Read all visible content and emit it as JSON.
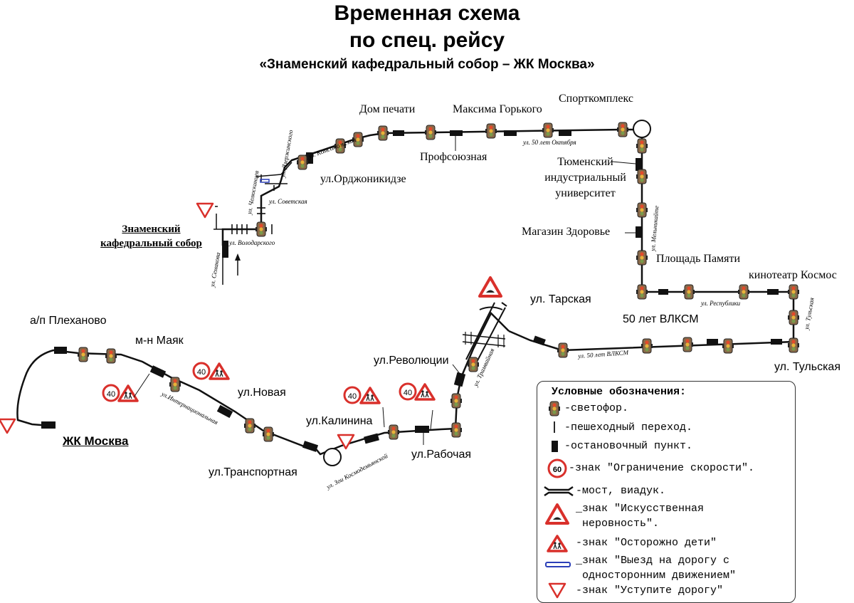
{
  "header": {
    "title_line1": "Временная схема",
    "title_line2": "по спец. рейсу",
    "subtitle": "«Знаменский кафедральный собор  – ЖК Москва»"
  },
  "stops": {
    "dom_pechati": "Дом печати",
    "maksima_gorkogo": "Максима Горького",
    "sportkompleks": "Спорткомплекс",
    "profsoyuznaya": "Профсоюзная",
    "ordzhonikidze": "ул.Орджоникидзе",
    "znamensky_sobor_line1": "Знаменский",
    "znamensky_sobor_line2": "кафедральный собор",
    "tiu_line1": "Тюменский",
    "tiu_line2": "индустриальный",
    "tiu_line3": "университет",
    "magazin_zdorovie": "Магазин Здоровье",
    "ploshchad_pamyati": "Площадь Памяти",
    "kinoteatr_kosmos": "кинотеатр Космос",
    "tarskaya": "ул. Тарская",
    "vlksm_50": "50 лет ВЛКСМ",
    "tulskaya": "ул. Тульская",
    "ap_plekhanovo": "а/п Плеханово",
    "mn_mayak": "м-н Маяк",
    "revolyutsii": "ул.Революции",
    "novaya": "ул.Новая",
    "kalinina": "ул.Калинина",
    "zhk_moskva": "ЖК Москва",
    "transportnaya": "ул.Транспортная",
    "rabochaya": "ул.Рабочая"
  },
  "streets": {
    "komsomolskaya": "ул. Комсомольская",
    "dzerzhinskogo": "ул. Дзержинского",
    "chelyuskintsev": "ул. Челюскинцев",
    "sovetskaya": "ул. Советская",
    "volodarskogo": "ул. Володарского",
    "semakova": "ул. Семакова",
    "oktyabrya_50": "ул. 50 лет Октября",
    "melnikaite": "ул. Мельникайте",
    "respubliki": "ул. Республики",
    "tulskaya_street": "ул. Тульская",
    "vlksm_50_street": "ул. 50 лет ВЛКСМ",
    "internatsionalnaya": "ул.Интернациональная",
    "zoi_kosmodemyanskoi": "ул. Зои Космодемьянской",
    "tramvaynaya": "ул. Трамвайная"
  },
  "speed_signs": {
    "value": "40",
    "legend_value": "60"
  },
  "legend": {
    "title": "Условные обозначения:",
    "traffic_light": "-светофор.",
    "crossing": "-пешеходный переход.",
    "stop": "-остановочный пункт.",
    "speed_limit": "-знак \"Ограничение скорости\".",
    "bridge": "-мост, виадук.",
    "bump_line1": "_знак \"Искусственная",
    "bump_line2": " неровность\".",
    "children": "-знак \"Осторожно дети\"",
    "oneway_line1": "_знак \"Выезд на дорогу с",
    "oneway_line2": " односторонним движением\"",
    "yield": "-знак \"Уступите дорогу\""
  },
  "colors": {
    "sign_red": "#d9302b",
    "oneway_blue": "#2b3fb8",
    "traffic_light_body": "#8a6a4a"
  },
  "icons": {
    "traffic_light": "traffic-light-icon",
    "stop": "bus-stop-icon",
    "speed_limit": "speed-limit-sign-icon",
    "bump": "road-bump-sign-icon",
    "children": "children-crossing-sign-icon",
    "yield": "yield-sign-icon",
    "oneway": "one-way-entry-sign-icon",
    "bridge": "bridge-icon"
  }
}
